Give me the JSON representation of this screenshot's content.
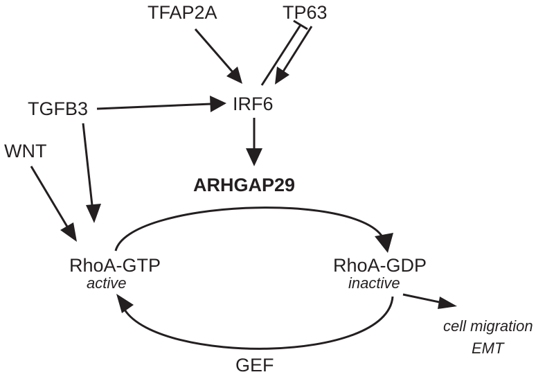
{
  "nodes": {
    "tfap2a": "TFAP2A",
    "tp63": "TP63",
    "irf6": "IRF6",
    "tgfb3": "TGFB3",
    "wnt": "WNT",
    "arhgap29": "ARHGAP29",
    "rhoa_gtp": "RhoA-GTP",
    "rhoa_gtp_state": "active",
    "rhoa_gdp": "RhoA-GDP",
    "rhoa_gdp_state": "inactive",
    "outcome_1": "cell migration",
    "outcome_2": "EMT",
    "gef": "GEF"
  },
  "edges": [
    {
      "from": "TFAP2A",
      "to": "IRF6",
      "type": "activation"
    },
    {
      "from": "TP63",
      "to": "IRF6",
      "type": "activation"
    },
    {
      "from": "IRF6",
      "to": "TP63",
      "type": "inhibition"
    },
    {
      "from": "TGFB3",
      "to": "IRF6",
      "type": "activation"
    },
    {
      "from": "TGFB3",
      "to": "RhoA-GTP",
      "type": "activation"
    },
    {
      "from": "WNT",
      "to": "RhoA-GTP",
      "type": "activation"
    },
    {
      "from": "IRF6",
      "to": "ARHGAP29",
      "type": "activation"
    },
    {
      "from": "RhoA-GTP",
      "to": "RhoA-GDP",
      "type": "conversion",
      "via": "ARHGAP29"
    },
    {
      "from": "RhoA-GDP",
      "to": "RhoA-GTP",
      "type": "conversion",
      "via": "GEF"
    },
    {
      "from": "RhoA-GDP",
      "to": "cell migration / EMT",
      "type": "activation"
    }
  ],
  "colors": {
    "ink": "#231f20",
    "background": "#ffffff"
  }
}
